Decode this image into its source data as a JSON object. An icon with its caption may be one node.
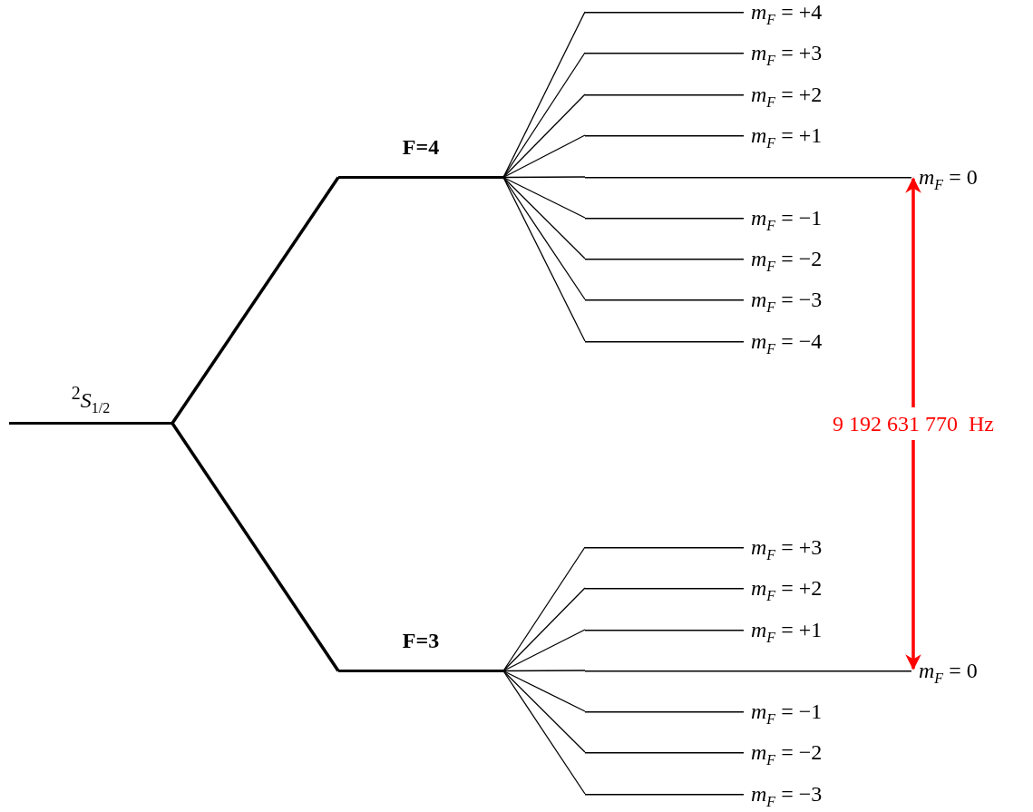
{
  "diagram": {
    "nodes": [
      {
        "text": [
          "$^{2}$*S*$_{1/2}$"
        ]
      },
      {
        "text": [
          "F=4"
        ]
      },
      {
        "text": [
          "*m*$_{F}$ = +4"
        ]
      },
      {
        "text": [
          "*m*$_{F}$ = +3"
        ]
      },
      {
        "text": [
          "*m*$_{F}$ = +2"
        ]
      },
      {
        "text": [
          "*m*$_{F}$ = +1"
        ]
      },
      {
        "text": [
          "*m*$_{F}$ = 0"
        ]
      },
      {
        "text": [
          "*m*$_{F}$ = −1"
        ]
      },
      {
        "text": [
          "*m*$_{F}$ = −2"
        ]
      },
      {
        "text": [
          "*m*$_{F}$ = −3"
        ]
      },
      {
        "text": [
          "*m*$_{F}$ = −4"
        ]
      },
      {
        "text": [
          "F=3"
        ]
      },
      {
        "text": [
          "*m*$_{F}$ = +3"
        ]
      },
      {
        "text": [
          "*m*$_{F}$ = +2"
        ]
      },
      {
        "text": [
          "*m*$_{F}$ = +1"
        ]
      },
      {
        "text": [
          "*m*$_{F}$ = 0"
        ]
      },
      {
        "text": [
          "*m*$_{F}$ = −1"
        ]
      },
      {
        "text": [
          "*m*$_{F}$ = −2"
        ]
      },
      {
        "text": [
          "*m*$_{F}$ = −3"
        ]
      }
    ],
    "edges": [
      {
        "from": 0,
        "to": 1,
        "arrow": "none",
        "style": "thick"
      },
      {
        "from": 0,
        "to": 11,
        "arrow": "none",
        "style": "thick"
      },
      {
        "from": 1,
        "to": 2,
        "arrow": "none"
      },
      {
        "from": 1,
        "to": 3,
        "arrow": "none"
      },
      {
        "from": 1,
        "to": 4,
        "arrow": "none"
      },
      {
        "from": 1,
        "to": 5,
        "arrow": "none"
      },
      {
        "from": 1,
        "to": 6,
        "arrow": "none"
      },
      {
        "from": 1,
        "to": 7,
        "arrow": "none"
      },
      {
        "from": 1,
        "to": 8,
        "arrow": "none"
      },
      {
        "from": 1,
        "to": 9,
        "arrow": "none"
      },
      {
        "from": 1,
        "to": 10,
        "arrow": "none"
      },
      {
        "from": 11,
        "to": 12,
        "arrow": "none"
      },
      {
        "from": 11,
        "to": 13,
        "arrow": "none"
      },
      {
        "from": 11,
        "to": 14,
        "arrow": "none"
      },
      {
        "from": 11,
        "to": 15,
        "arrow": "none"
      },
      {
        "from": 11,
        "to": 16,
        "arrow": "none"
      },
      {
        "from": 11,
        "to": 17,
        "arrow": "none"
      },
      {
        "from": 11,
        "to": 18,
        "arrow": "none"
      },
      {
        "from": 6,
        "to": 15,
        "arrow": "both",
        "style": "thick",
        "color": "#ff0000",
        "label": "9 192 631 770  Hz"
      }
    ]
  }
}
